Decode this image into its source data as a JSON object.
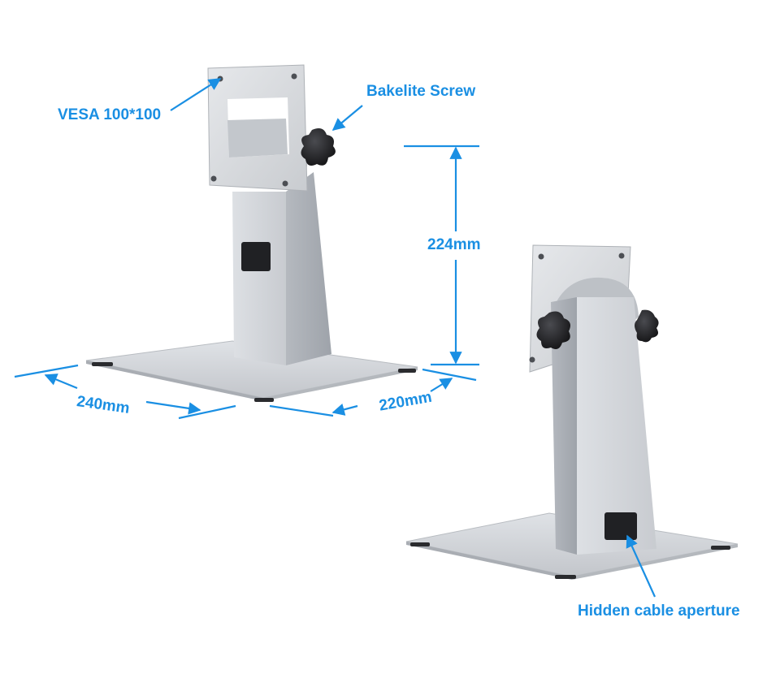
{
  "labels": {
    "vesa": "VESA 100*100",
    "screw": "Bakelite Screw",
    "height": "224mm",
    "width": "240mm",
    "depth": "220mm",
    "cable": "Hidden cable aperture"
  },
  "colors": {
    "annotation": "#1a8fe3",
    "metal": "#c9ccd1",
    "knob": "#1e1f22",
    "background": "#ffffff"
  }
}
